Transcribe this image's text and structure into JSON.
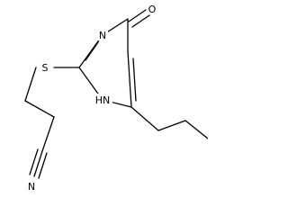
{
  "molecule": {
    "atoms": {
      "oxygen": "O",
      "ring_nitrogen": "N",
      "nh": "HN",
      "sulfur": "S",
      "nitrile_nitrogen": "N"
    }
  }
}
